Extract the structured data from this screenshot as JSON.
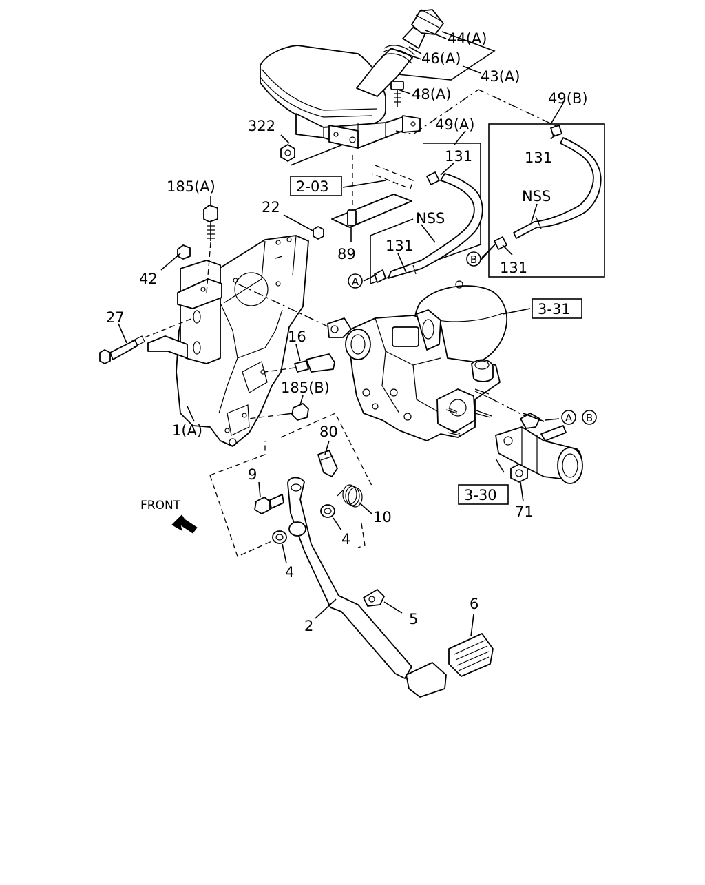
{
  "callouts": {
    "c44a": "44(A)",
    "c46a": "46(A)",
    "c43a": "43(A)",
    "c48a": "48(A)",
    "c49b": "49(B)",
    "c49a": "49(A)",
    "c322": "322",
    "c131_a_top": "131",
    "c131_b_top": "131",
    "nss_b": "NSS",
    "c203": "2-03",
    "nss_a": "NSS",
    "c185a": "185(A)",
    "c22": "22",
    "c89": "89",
    "c131_a_bot": "131",
    "c131_b_bot": "131",
    "c42": "42",
    "c331": "3-31",
    "c27": "27",
    "c16": "16",
    "c185b": "185(B)",
    "c1a": "1(A)",
    "c80": "80",
    "c9": "9",
    "c330": "3-30",
    "c71": "71",
    "c10": "10",
    "c4_right": "4",
    "c4_bot": "4",
    "c5": "5",
    "c6": "6",
    "c2": "2",
    "front": "FRONT"
  },
  "connectors": {
    "a": "A",
    "b": "B"
  },
  "icons": {
    "front_arrow": "front-arrow-icon"
  }
}
